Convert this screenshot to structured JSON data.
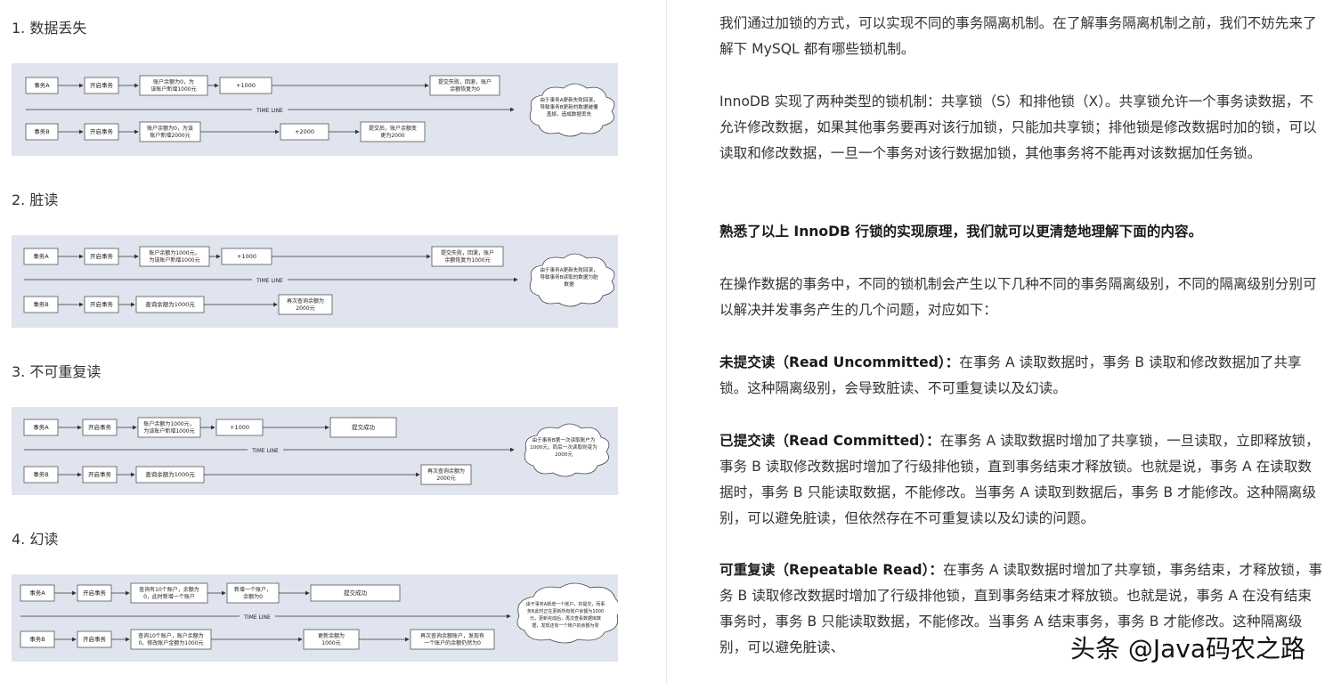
{
  "left": {
    "sections": [
      {
        "title": "1. 数据丢失",
        "timeline_label": "TIME LINE",
        "row_a": [
          "事务A",
          "开启事务",
          "账户余额为0，为",
          "该账户新增1000元",
          "+1000",
          "提交失败，回滚，账户",
          "余额恢复为0"
        ],
        "row_b": [
          "事务B",
          "开启事务",
          "账户余额为0，为该",
          "账户新增2000元",
          "+2000",
          "提交后，账户余额变",
          "更为2000"
        ],
        "cloud": [
          "由于事务A更新失败回滚，",
          "导致事务B更新的数据被覆",
          "盖掉，造成数据丢失"
        ]
      },
      {
        "title": "2. 脏读",
        "timeline_label": "TIME LINE",
        "row_a": [
          "事务A",
          "开启事务",
          "账户余额为1000元，",
          "为该账户新增1000元",
          "+1000",
          "提交失败，回滚，账户",
          "余额恢复为1000元"
        ],
        "row_b": [
          "事务B",
          "开启事务",
          "查询余额为1000元",
          "再次查询余额为",
          "2000元"
        ],
        "cloud": [
          "由于事务A更新失败回滚，",
          "导致事务B读取的数据为脏",
          "数据"
        ]
      },
      {
        "title": "3. 不可重复读",
        "timeline_label": "TIME LINE",
        "row_a": [
          "事务A",
          "开启事务",
          "账户余额为1000元，",
          "为该账户新增1000元",
          "+1000",
          "提交成功"
        ],
        "row_b": [
          "事务B",
          "开启事务",
          "查询余额为1000元",
          "再次查询余额为",
          "2000元"
        ],
        "cloud": [
          "由于事务B第一次读取账户为",
          "1000元，而后一次读取则变为",
          "2000元"
        ]
      },
      {
        "title": "4. 幻读",
        "timeline_label": "TIME LINE",
        "row_a": [
          "事务A",
          "开启事务",
          "查询有10个账户，余额为",
          "0，此时新增一个账户",
          "新增一个账户，",
          "余额为0",
          "提交成功"
        ],
        "row_b": [
          "事务B",
          "开启事务",
          "查询10个账户，账户余额为",
          "0，修改账户金额为1000元",
          "更新余额为",
          "1000元",
          "再次查询余额账户，发现有",
          "一个账户的余额仍然为0"
        ],
        "cloud": [
          "由于事务A新增一个账户，并提交，而事",
          "务B此时正在更新所有账户余额为1000",
          "元，更新完成后，再次查看数据库数",
          "据，发现还有一个账户的余额为零"
        ]
      }
    ]
  },
  "right": {
    "p1": "我们通过加锁的方式，可以实现不同的事务隔离机制。在了解事务隔离机制之前，我们不妨先来了解下 MySQL 都有哪些锁机制。",
    "p2": "InnoDB 实现了两种类型的锁机制：共享锁（S）和排他锁（X）。共享锁允许一个事务读数据，不允许修改数据，如果其他事务要再对该行加锁，只能加共享锁；排他锁是修改数据时加的锁，可以读取和修改数据，一旦一个事务对该行数据加锁，其他事务将不能再对该数据加任务锁。",
    "p3": "熟悉了以上 InnoDB 行锁的实现原理，我们就可以更清楚地理解下面的内容。",
    "p4": "在操作数据的事务中，不同的锁机制会产生以下几种不同的事务隔离级别，不同的隔离级别分别可以解决并发事务产生的几个问题，对应如下：",
    "p5_label": "未提交读（Read Uncommitted）：",
    "p5_text": "在事务 A 读取数据时，事务 B 读取和修改数据加了共享锁。这种隔离级别，会导致脏读、不可重复读以及幻读。",
    "p6_label": "已提交读（Read Committed）：",
    "p6_text": "在事务 A 读取数据时增加了共享锁，一旦读取，立即释放锁，事务 B 读取修改数据时增加了行级排他锁，直到事务结束才释放锁。也就是说，事务 A 在读取数据时，事务 B 只能读取数据，不能修改。当事务 A 读取到数据后，事务 B 才能修改。这种隔离级别，可以避免脏读，但依然存在不可重复读以及幻读的问题。",
    "p7_label": "可重复读（Repeatable Read）：",
    "p7_text": "在事务 A 读取数据时增加了共享锁，事务结束，才释放锁，事务 B 读取修改数据时增加了行级排他锁，直到事务结束才释放锁。也就是说，事务 A 在没有结束事务时，事务 B 只能读取数据，不能修改。当事务 A 结束事务，事务 B 才能修改。这种隔离级别，可以避免脏读、",
    "watermark": "头条 @Java码农之路"
  },
  "colors": {
    "diagram_bg": "#dfe4ef",
    "box_border": "#555555",
    "text": "#333333"
  }
}
